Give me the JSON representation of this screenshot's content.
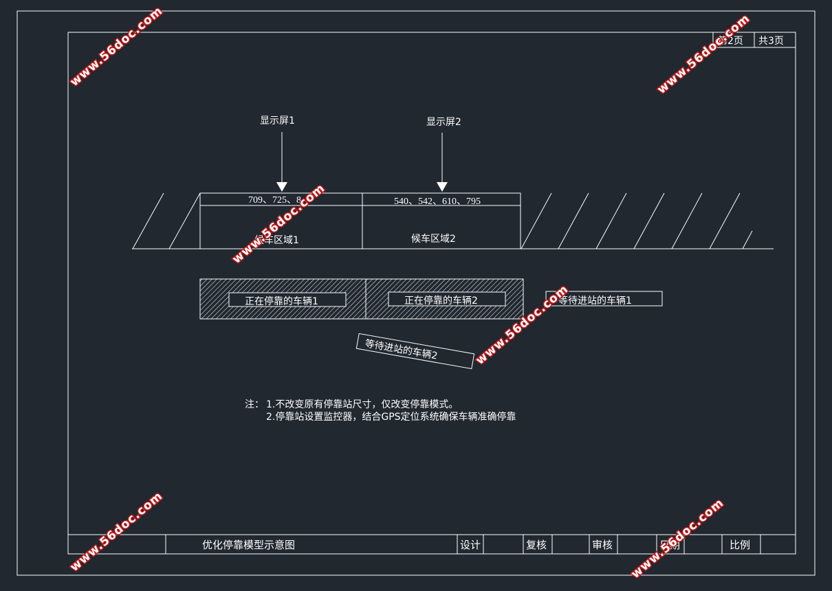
{
  "page_info": {
    "page_label": "第2页",
    "total_label": "共3页"
  },
  "screens": {
    "screen1": "显示屏1",
    "screen2": "显示屏2"
  },
  "routes": {
    "zone1_routes": "709、725、8",
    "zone2_routes": "540、542、610、795"
  },
  "zones": {
    "zone1": "候车区域1",
    "zone2": "候车区域2"
  },
  "vehicles": {
    "docked1": "正在停靠的车辆1",
    "docked2": "正在停靠的车辆2",
    "waiting1": "等待进站的车辆1",
    "waiting2": "等待进站的车辆2"
  },
  "notes": {
    "prefix": "注：",
    "note1": "1.不改变原有停靠站尺寸，仅改变停靠模式。",
    "note2": "2.停靠站设置监控器，结合GPS定位系统确保车辆准确停靠"
  },
  "title_block": {
    "title": "优化停靠模型示意图",
    "design": "设计",
    "review": "复核",
    "audit": "审核",
    "date": "日期",
    "scale": "比例"
  },
  "watermark": {
    "text": "www.56doc.com"
  },
  "colors": {
    "background": "#212830",
    "line": "#ffffff",
    "watermark_stroke": "#c21a1a"
  }
}
